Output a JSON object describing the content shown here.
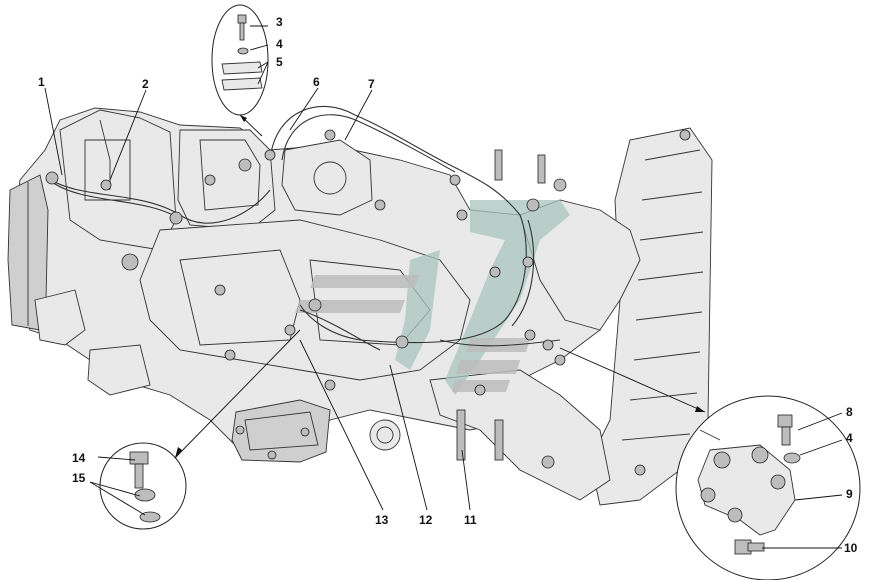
{
  "callouts": {
    "c1": "1",
    "c2": "2",
    "c3": "3",
    "c4_top": "4",
    "c5": "5",
    "c6": "6",
    "c7": "7",
    "c8": "8",
    "c4_right": "4",
    "c9": "9",
    "c10": "10",
    "c11": "11",
    "c12": "12",
    "c13": "13",
    "c14": "14",
    "c15": "15"
  }
}
